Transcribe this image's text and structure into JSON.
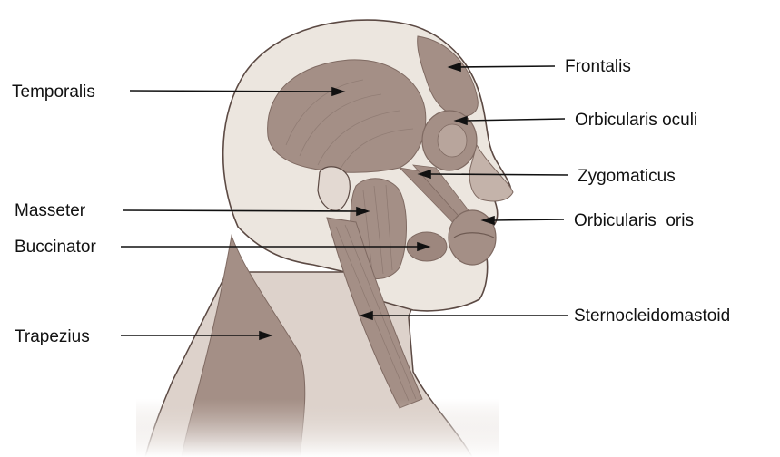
{
  "labels": {
    "temporalis": "Temporalis",
    "masseter": "Masseter",
    "buccinator": "Buccinator",
    "trapezius": "Trapezius",
    "frontalis": "Frontalis",
    "orbicularis_oculi": "Orbicularis oculi",
    "zygomaticus": "Zygomaticus",
    "orbicularis_oris": "Orbicularis  oris",
    "sternocleidomastoid": "Sternocleidomastoid"
  },
  "colors": {
    "skin": "#ece6df",
    "muscle": "#a48f86",
    "muscle_dark": "#7f6a62",
    "muscle_light": "#c4b3aa",
    "outline": "#5c4a44",
    "leader": "#111111"
  }
}
